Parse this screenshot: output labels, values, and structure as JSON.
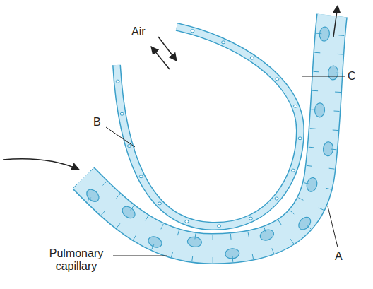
{
  "diagram": {
    "labels": [
      "Air",
      "B",
      "C",
      "A",
      "Pulmonary capillary"
    ]
  }
}
